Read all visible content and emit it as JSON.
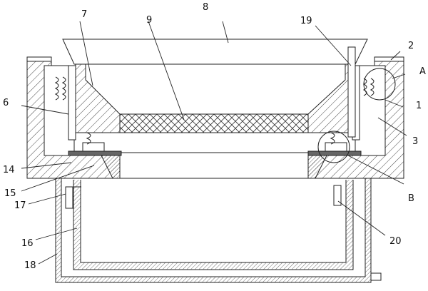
{
  "labels": {
    "l1": "1",
    "l2": "2",
    "l3": "3",
    "l6": "6",
    "l7": "7",
    "l8": "8",
    "l9": "9",
    "l14": "14",
    "l15": "15",
    "l16": "16",
    "l17": "17",
    "l18": "18",
    "l19": "19",
    "l20": "20",
    "lA": "A",
    "lB": "B"
  }
}
